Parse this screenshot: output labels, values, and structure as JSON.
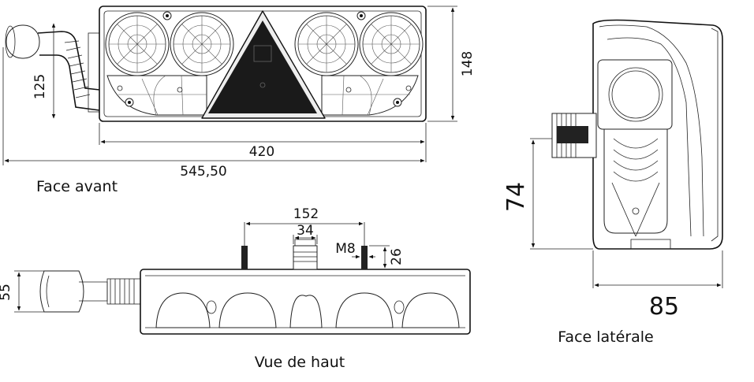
{
  "captions": {
    "front": "Face avant",
    "top": "Vue de haut",
    "side": "Face latérale"
  },
  "front_dims": {
    "total_width": "545,50",
    "body_width": "420",
    "height": "148",
    "side_height": "125"
  },
  "top_dims": {
    "spacing": "152",
    "connector": "34",
    "bolt": "M8",
    "bolt_len": "26",
    "depth": "55"
  },
  "side_dims": {
    "height": "74",
    "depth": "85"
  },
  "colors": {
    "line": "#111111",
    "triangle_fill": "#1a1a1a",
    "background": "#ffffff"
  }
}
